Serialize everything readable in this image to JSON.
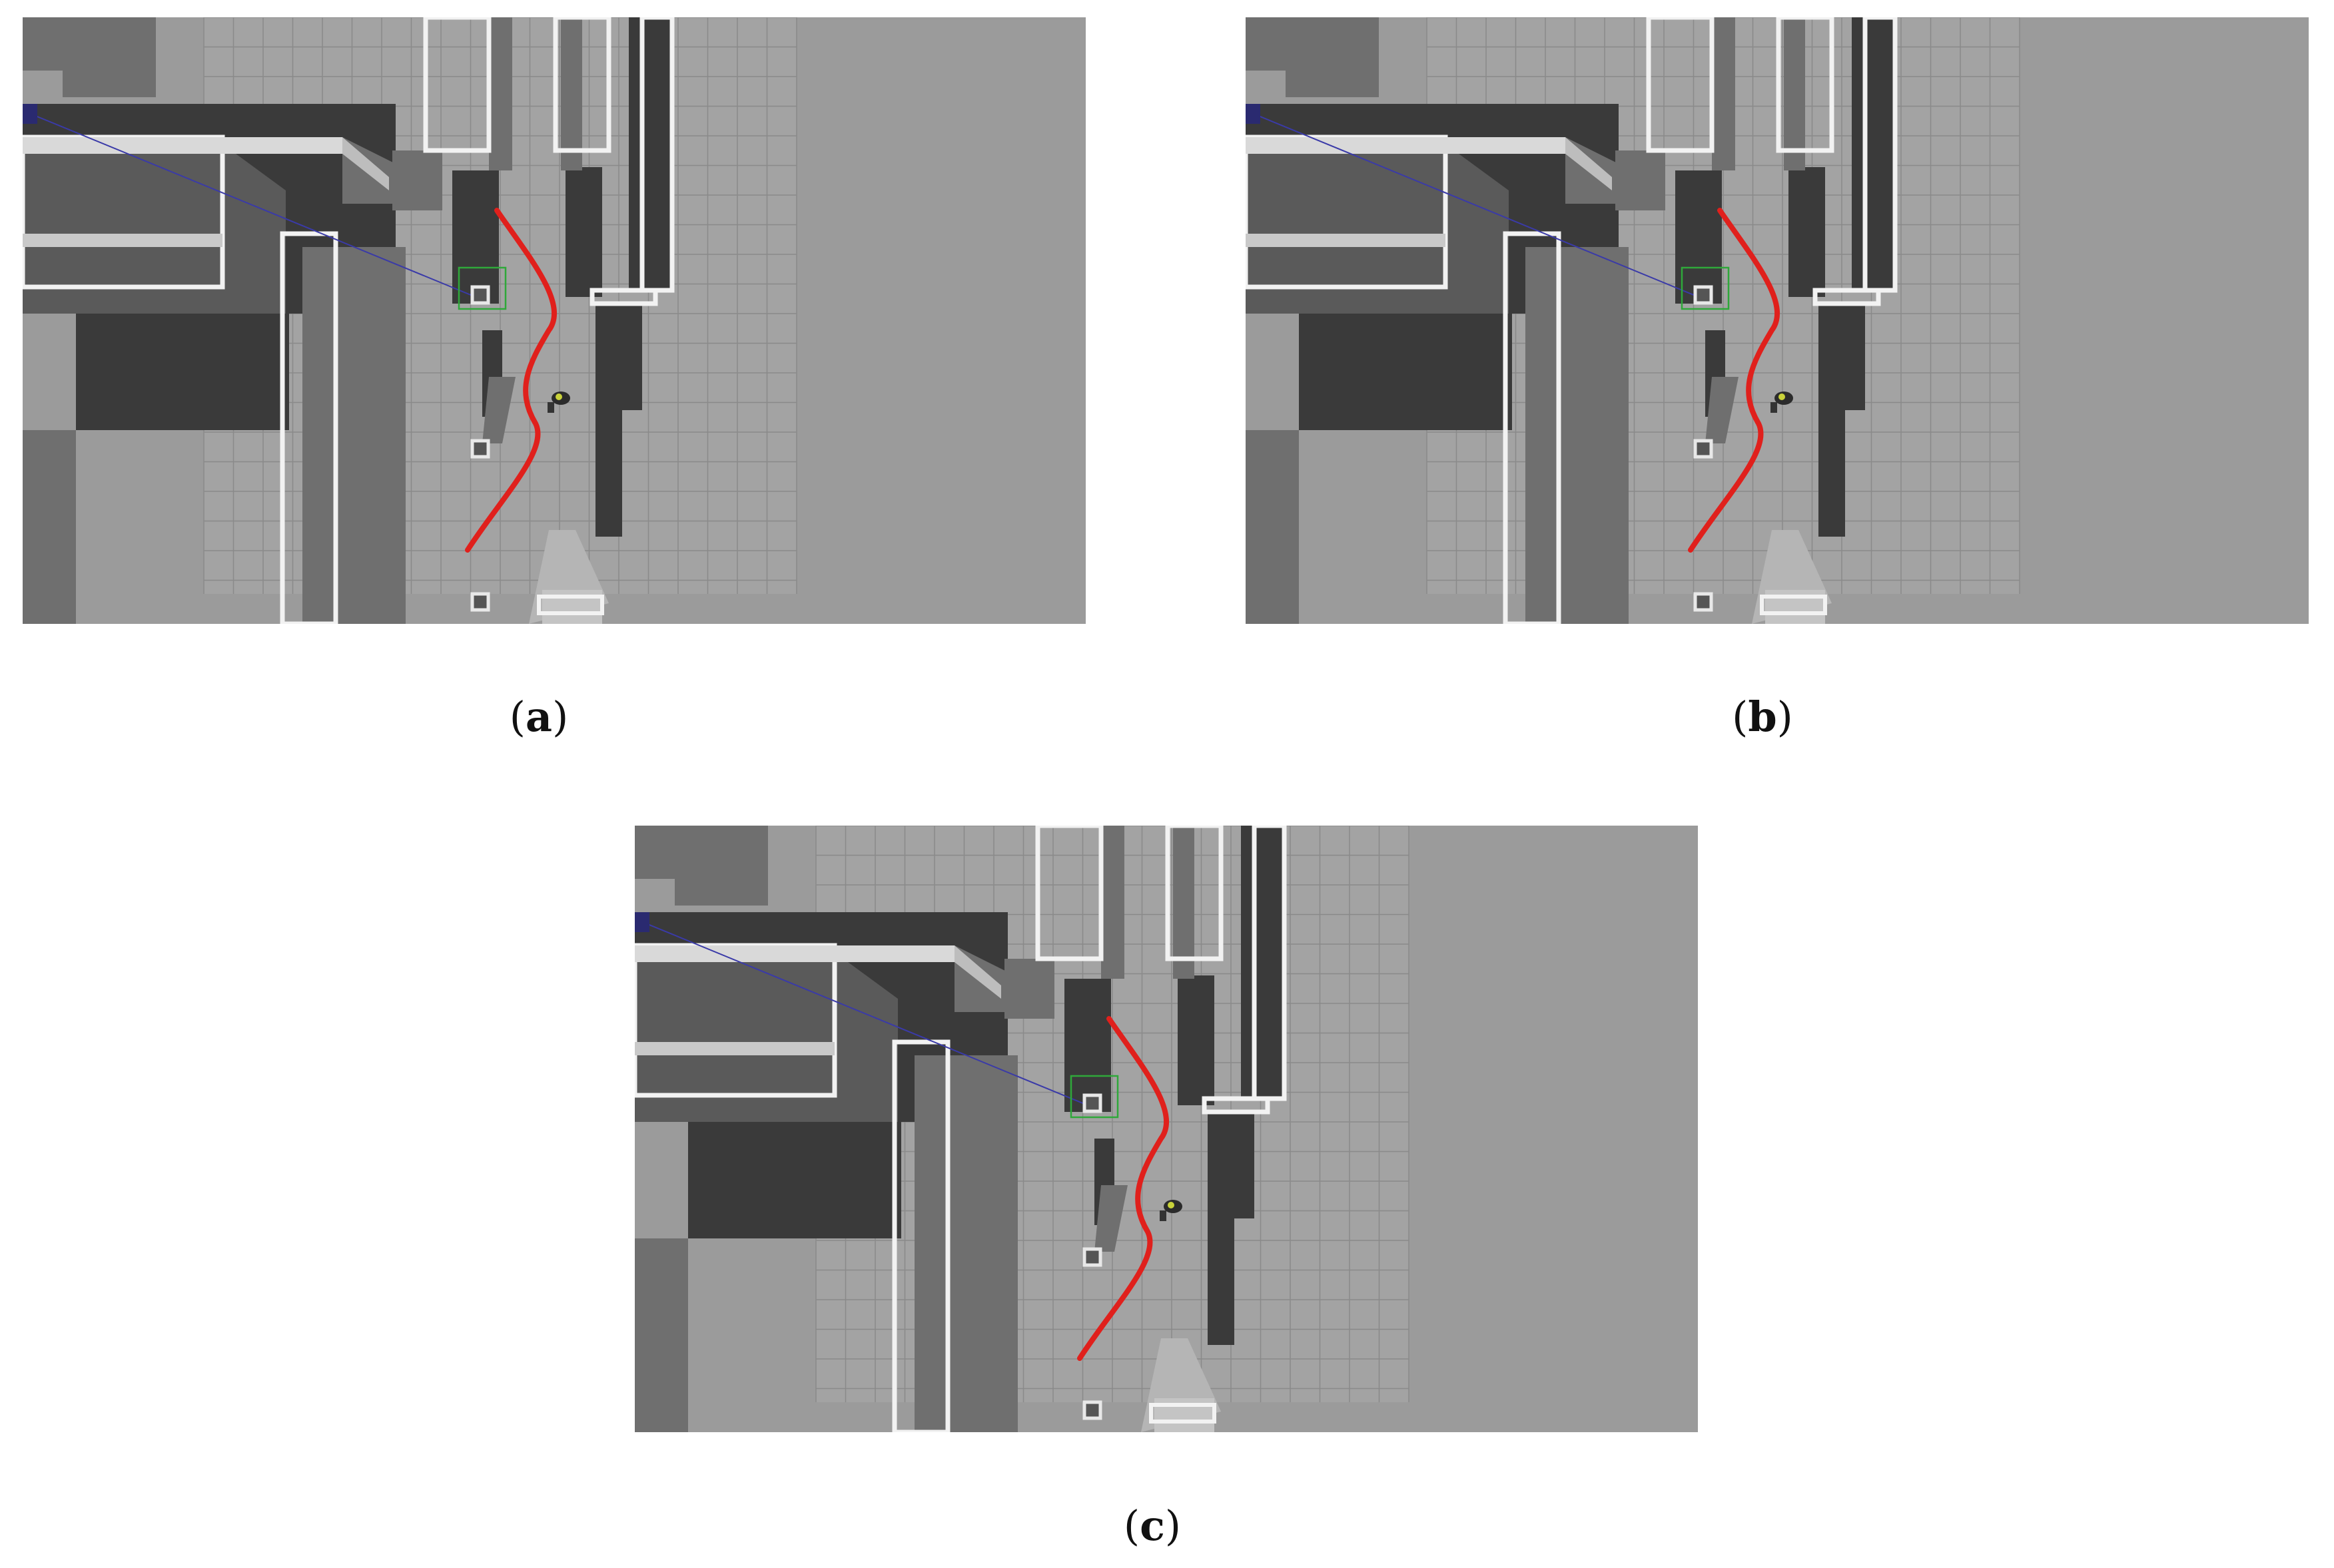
{
  "figure": {
    "panels": [
      {
        "id": "a",
        "label_open": "(",
        "label_letter": "a",
        "label_close": ")"
      },
      {
        "id": "b",
        "label_open": "(",
        "label_letter": "b",
        "label_close": ")"
      },
      {
        "id": "c",
        "label_open": "(",
        "label_letter": "c",
        "label_close": ")"
      }
    ]
  },
  "colors": {
    "floor": "#9b9b9b",
    "grid_floor": "#a3a3a3",
    "grid_line": "#8a8a8a",
    "wall_top": "#d9d9d9",
    "wall_outline": "#f2f2f2",
    "wall_dark": "#3a3a3a",
    "wall_mid": "#6f6f6f",
    "wall_side": "#5a5a5a",
    "trajectory": "#e0201c",
    "laser_ray": "#3a3aa8",
    "goal_box": "#2fa83a",
    "marker": "#e8e8e8"
  },
  "icons": {
    "robot": "robot-icon",
    "waypoint": "square-marker-icon"
  }
}
